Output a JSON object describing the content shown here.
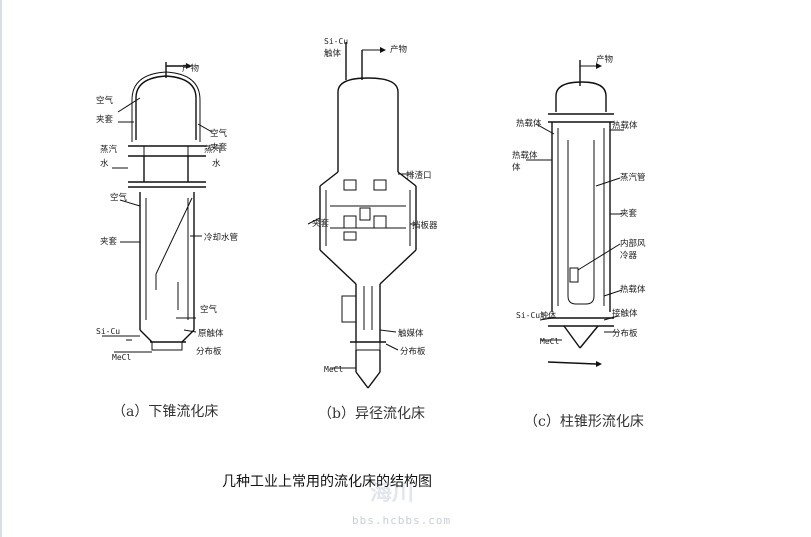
{
  "diagram_a": {
    "caption": "（a）下锥流化床",
    "labels": {
      "product": "产物",
      "air1": "空气",
      "jacket1": "夹套",
      "air2": "空气",
      "jacket2": "夹套",
      "steam1": "蒸汽",
      "water1": "水",
      "steam2": "蒸汽",
      "water2": "水",
      "air3": "空气",
      "jacket3": "夹套",
      "cooling_pipe": "冷却水管",
      "air4": "空气",
      "sicu": "Si-Cu",
      "catalyst": "原触体",
      "mecl": "MeCl",
      "distributor": "分布板"
    }
  },
  "diagram_b": {
    "caption": "（b）异径流化床",
    "labels": {
      "sicu": "Si-Cu",
      "catalyst_top": "触体",
      "product": "产物",
      "sampling": "排渣口",
      "jacket": "夹套",
      "baffle": "挡板器",
      "catalyst_bottom": "触媒体",
      "distributor": "分布板",
      "mecl": "MeCl"
    }
  },
  "diagram_c": {
    "caption": "（c）柱锥形流化床",
    "labels": {
      "product": "产物",
      "heat_carrier1": "热载体",
      "heat_carrier2": "热载体",
      "heat_carrier3": "热载体",
      "heat_carrier_body": "体",
      "steam_pipe": "蒸汽管",
      "jacket": "夹套",
      "inner_air": "内部风",
      "inner_air2": "冷器",
      "heat_carrier4": "热载体",
      "sicu": "Si-Cu触体",
      "catalyst": "接触体",
      "mecl": "MeCl",
      "distributor": "分布板"
    }
  },
  "figure_title": "几种工业上常用的流化床的结构图",
  "watermark": {
    "logo_text": "海川",
    "url": "bbs.hcbbs.com"
  }
}
